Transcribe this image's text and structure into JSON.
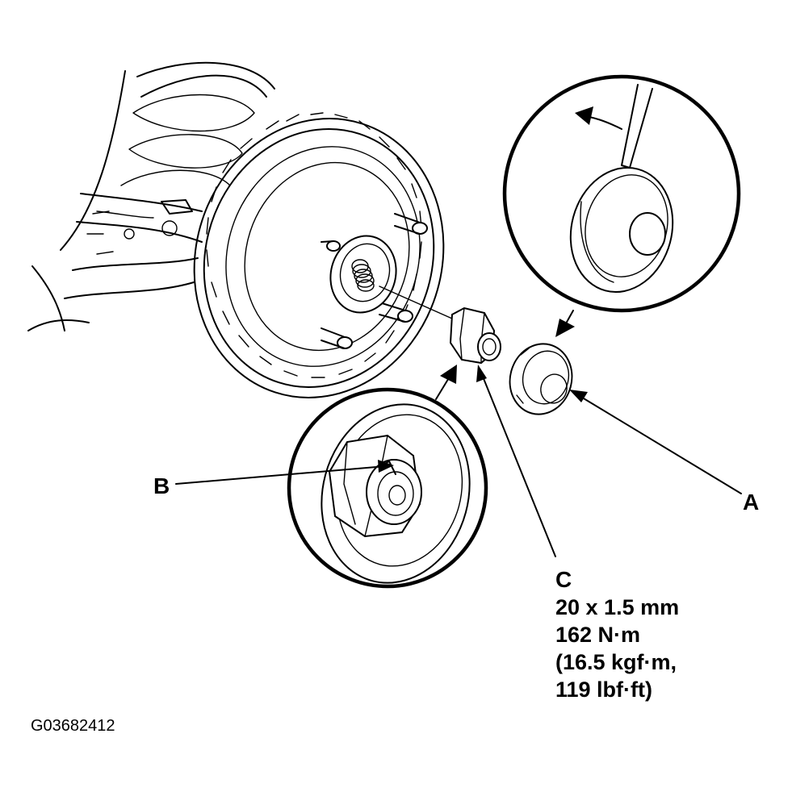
{
  "labels": {
    "a": "A",
    "b": "B",
    "c": "C"
  },
  "spec": {
    "line1": "20 x 1.5 mm",
    "line2": "162 N·m",
    "line3": "(16.5 kgf·m,",
    "line4": "119 lbf·ft)"
  },
  "figure_id": "G03682412"
}
